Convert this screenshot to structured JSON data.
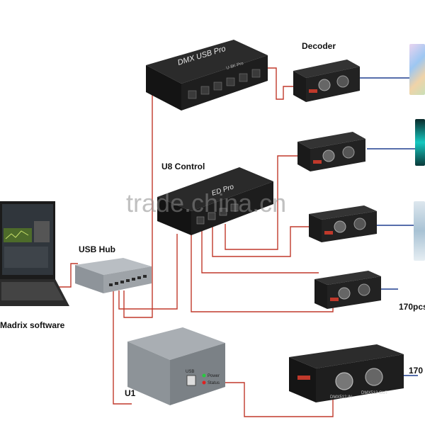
{
  "labels": {
    "decoder": "Decoder",
    "u8_control": "U8 Control",
    "usb_hub": "USB Hub",
    "madrix_software": "Madrix software",
    "u1": "U1",
    "pcs_label_1": "170pcs",
    "pcs_label_2": "170"
  },
  "device_text": {
    "dmx_usb_pro": "DMX USB Pro",
    "dmx_usb_pro_sub": "U·8K·Pro",
    "u8_top": "ED Pro",
    "u1_usb": "USB",
    "u1_power": "Power",
    "u1_status": "Status",
    "decoder_dmx_in": "DMX512 IN",
    "decoder_dmx_out": "DMX512 OUT"
  },
  "watermark": "trade.china.cn",
  "colors": {
    "wire": "#c0392b",
    "wire_blue": "#1f3f8f",
    "device_dark": "#1c1c1c",
    "device_silver": "#9ea3a8"
  }
}
